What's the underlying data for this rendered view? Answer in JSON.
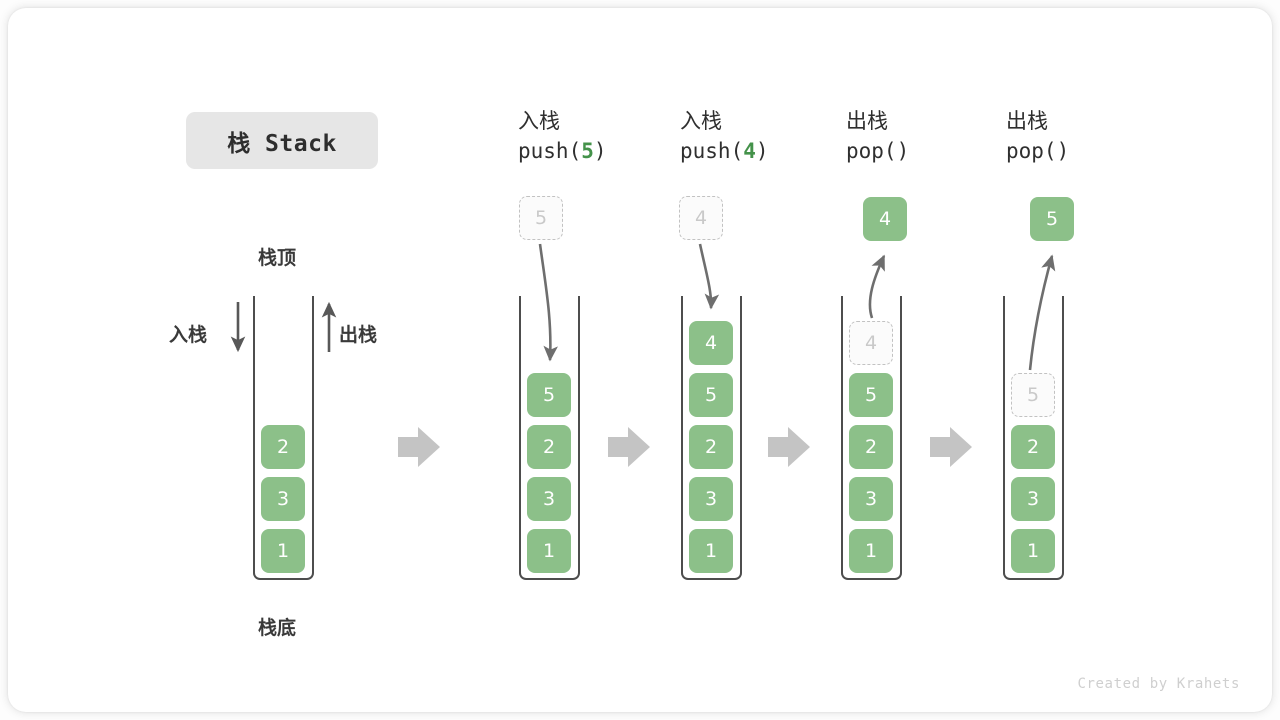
{
  "title": {
    "chip_label": "栈 Stack"
  },
  "footer": {
    "credit": "Created by Krahets"
  },
  "colors": {
    "cell_green": "#8cc089",
    "accent_green": "#44924a",
    "ghost_border": "#c2c2c2",
    "ghost_text": "#c9c9c9",
    "container_border": "#4d4d4d",
    "block_arrow": "#c4c4c4",
    "curve_arrow": "#6e6e6e",
    "chip_bg": "#e6e6e6",
    "text_dark": "#2f2f2f"
  },
  "legend": {
    "top_label": "栈顶",
    "bottom_label": "栈底",
    "push_label": "入栈",
    "pop_label": "出栈"
  },
  "columns": [
    {
      "id": "initial",
      "header_cn": "",
      "header_code_prefix": "",
      "header_code_arg": "",
      "header_code_suffix": "",
      "cells": [
        "2",
        "3",
        "1"
      ]
    },
    {
      "id": "push-5",
      "header_cn": "入栈",
      "header_code_prefix": "push(",
      "header_code_arg": "5",
      "header_code_suffix": ")",
      "incoming_value": "5",
      "cells": [
        "5",
        "2",
        "3",
        "1"
      ]
    },
    {
      "id": "push-4",
      "header_cn": "入栈",
      "header_code_prefix": "push(",
      "header_code_arg": "4",
      "header_code_suffix": ")",
      "incoming_value": "4",
      "cells": [
        "4",
        "5",
        "2",
        "3",
        "1"
      ]
    },
    {
      "id": "pop-4",
      "header_cn": "出栈",
      "header_code_prefix": "pop(",
      "header_code_arg": "",
      "header_code_suffix": ")",
      "popped_value": "4",
      "ghost_value": "4",
      "cells": [
        "5",
        "2",
        "3",
        "1"
      ]
    },
    {
      "id": "pop-5",
      "header_cn": "出栈",
      "header_code_prefix": "pop(",
      "header_code_arg": "",
      "header_code_suffix": ")",
      "popped_value": "5",
      "ghost_value": "5",
      "cells": [
        "2",
        "3",
        "1"
      ]
    }
  ]
}
